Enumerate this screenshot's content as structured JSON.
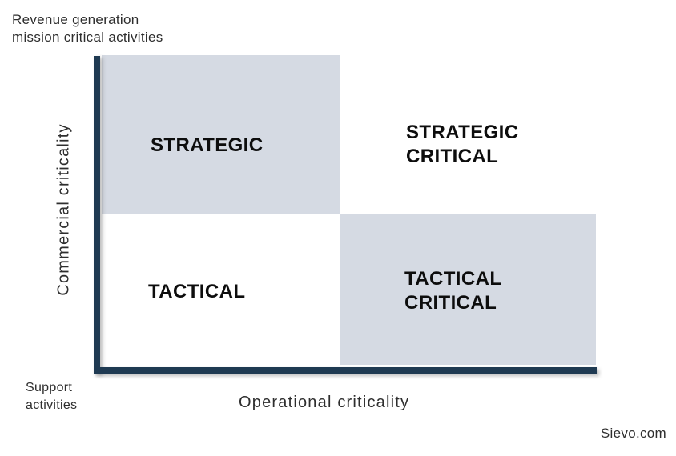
{
  "colors": {
    "quadrant_fill": "#d5dae3",
    "axis_color": "#1f3a52",
    "caption_color": "#2e2e2e",
    "quadrant_text_color": "#0d0d0d",
    "page_bg": "#ffffff"
  },
  "annotations": {
    "top_left_line1": "Revenue generation",
    "top_left_line2": "mission critical activities",
    "bottom_left_line1": "Support",
    "bottom_left_line2": "activities"
  },
  "axes": {
    "y_label": "Commercial criticality",
    "x_label": "Operational criticality"
  },
  "quadrants": {
    "strategic": {
      "line1": "STRATEGIC",
      "filled": "true"
    },
    "strategic_critical": {
      "line1": "STRATEGIC",
      "line2": "CRITICAL",
      "filled": "false"
    },
    "tactical": {
      "line1": "TACTICAL",
      "filled": "false"
    },
    "tactical_critical": {
      "line1": "TACTICAL",
      "line2": "CRITICAL",
      "filled": "true"
    }
  },
  "footer": {
    "brand": "Sievo.com"
  }
}
